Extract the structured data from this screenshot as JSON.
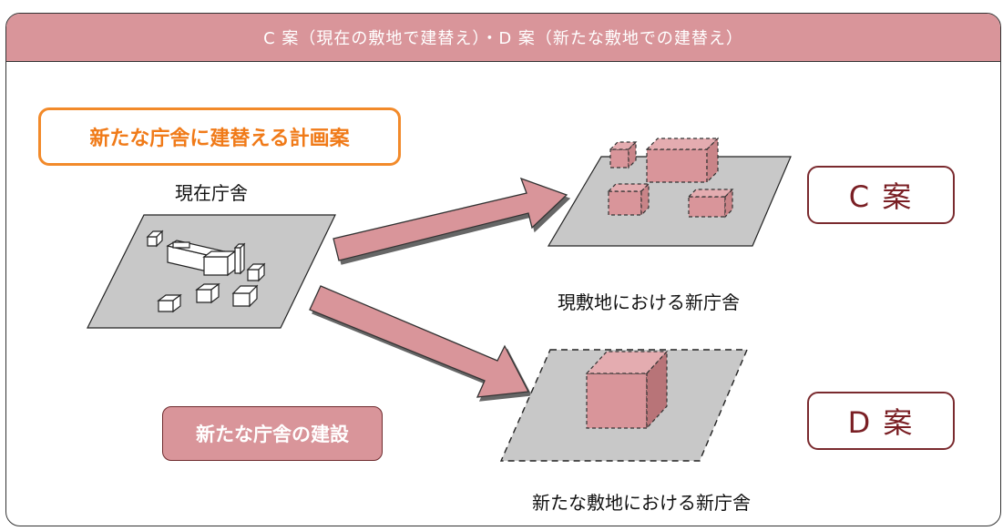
{
  "header": {
    "title": "C 案（現在の敷地で建替え）・D 案（新たな敷地での建替え）"
  },
  "labels": {
    "plan": "新たな庁舎に建替える計画案",
    "current_building": "現在庁舎",
    "new_construction": "新たな庁舎の建設",
    "case_c": "C 案",
    "case_d": "D 案",
    "case_c_caption": "現敷地における新庁舎",
    "case_d_caption": "新たな敷地における新庁舎"
  },
  "colors": {
    "banner": "#d9959a",
    "arrow": "#d9959a",
    "plan_border": "#f28a2a",
    "case_border": "#7a2a2e",
    "ground": "#c8c8c8",
    "new_building": "#d9959a"
  }
}
